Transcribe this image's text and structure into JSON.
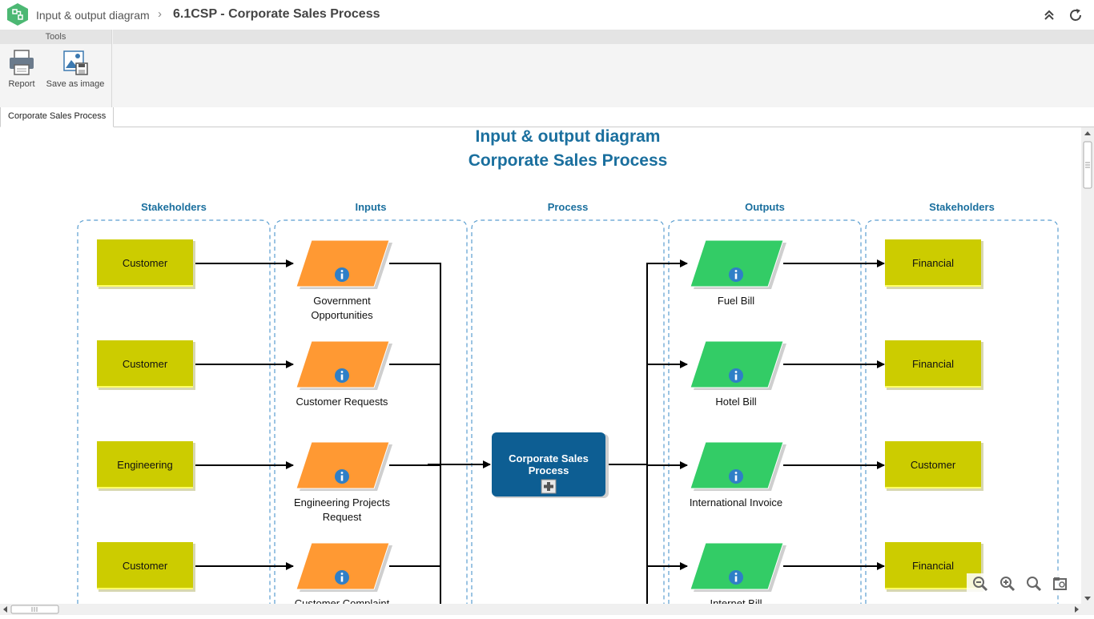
{
  "header": {
    "breadcrumb_parent": "Input & output diagram",
    "breadcrumb_separator": "›",
    "breadcrumb_current": "6.1CSP - Corporate Sales Process"
  },
  "toolbar": {
    "group_label": "Tools",
    "report_label": "Report",
    "save_image_label": "Save as image"
  },
  "tab": {
    "label": "Corporate Sales Process"
  },
  "diagram": {
    "title_line1": "Input & output diagram",
    "title_line2": "Corporate Sales Process",
    "lanes": [
      "Stakeholders",
      "Inputs",
      "Process",
      "Outputs",
      "Stakeholders"
    ],
    "left_stakeholders": [
      "Customer",
      "Customer",
      "Engineering",
      "Customer"
    ],
    "inputs": [
      [
        "Government",
        "Opportunities"
      ],
      [
        "Customer Requests"
      ],
      [
        "Engineering Projects",
        "Request"
      ],
      [
        "Customer Complaint"
      ]
    ],
    "process": [
      "Corporate Sales",
      "Process"
    ],
    "outputs": [
      [
        "Fuel Bill"
      ],
      [
        "Hotel Bill"
      ],
      [
        "International Invoice"
      ],
      [
        "Internet Bill"
      ]
    ],
    "right_stakeholders": [
      "Financial",
      "Financial",
      "Customer",
      "Financial"
    ]
  },
  "colors": {
    "accent": "#1a6f9e",
    "stakeholder_fill": "#cccc00",
    "input_fill": "#ff9933",
    "output_fill": "#33cc66",
    "process_fill": "#0d5e93",
    "info_icon": "#2f7fc7"
  }
}
